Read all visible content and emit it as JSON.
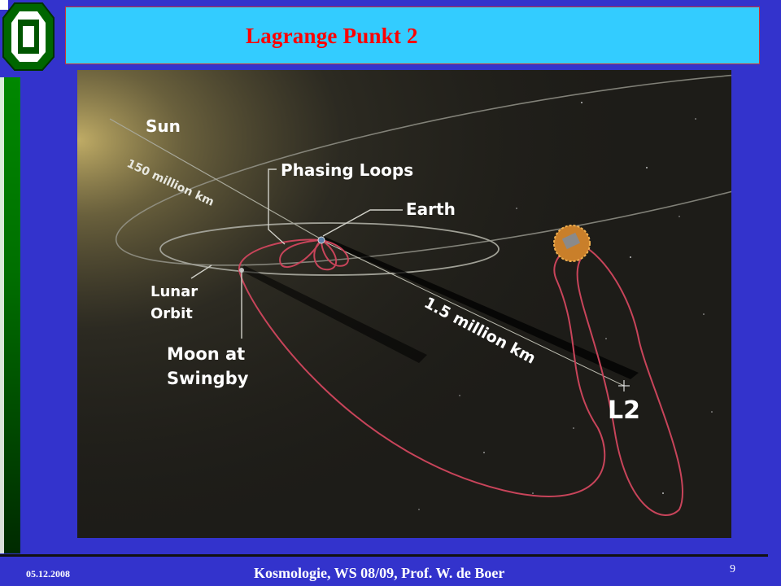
{
  "slide": {
    "title": "Lagrange Punkt 2",
    "date": "05.12.2008",
    "course": "Kosmologie,  WS 08/09,  Prof. W. de Boer",
    "page_number": "9"
  },
  "diagram": {
    "label_sun": "Sun",
    "label_distance_sun": "150 million km",
    "label_phasing_loops": "Phasing Loops",
    "label_earth": "Earth",
    "label_lunar": "Lunar",
    "label_orbit": "Orbit",
    "label_moon_at": "Moon at",
    "label_swingby": "Swingby",
    "label_distance_l2": "1.5 million km",
    "label_l2": "L2"
  },
  "colors": {
    "background": "#3333cc",
    "title_box": "#33ccff",
    "title_text": "#ff0000",
    "trajectory": "#c8445a",
    "green_bar": "#008800"
  },
  "icons": {
    "logo": "university-logo-icon",
    "spacecraft": "spacecraft-icon"
  }
}
